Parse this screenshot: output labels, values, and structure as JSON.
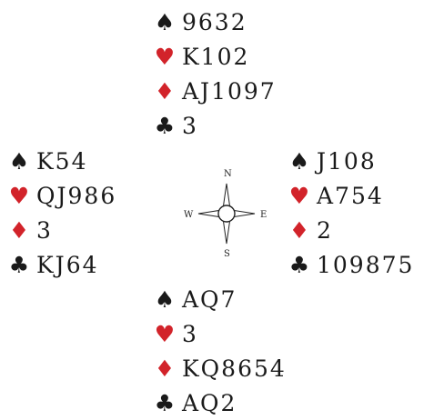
{
  "suits": {
    "spades": {
      "symbol": "♠",
      "color": "#1a1a1a"
    },
    "hearts": {
      "symbol": "♥",
      "color": "#d2232a"
    },
    "diamonds": {
      "symbol": "♦",
      "color": "#d2232a"
    },
    "clubs": {
      "symbol": "♣",
      "color": "#1a1a1a"
    }
  },
  "hands": {
    "north": {
      "spades": "9632",
      "hearts": "K102",
      "diamonds": "AJ1097",
      "clubs": "3"
    },
    "west": {
      "spades": "K54",
      "hearts": "QJ986",
      "diamonds": "3",
      "clubs": "KJ64"
    },
    "east": {
      "spades": "J108",
      "hearts": "A754",
      "diamonds": "2",
      "clubs": "109875"
    },
    "south": {
      "spades": "AQ7",
      "hearts": "3",
      "diamonds": "KQ8654",
      "clubs": "AQ2"
    }
  },
  "compass": {
    "n": "N",
    "s": "S",
    "e": "E",
    "w": "W"
  }
}
